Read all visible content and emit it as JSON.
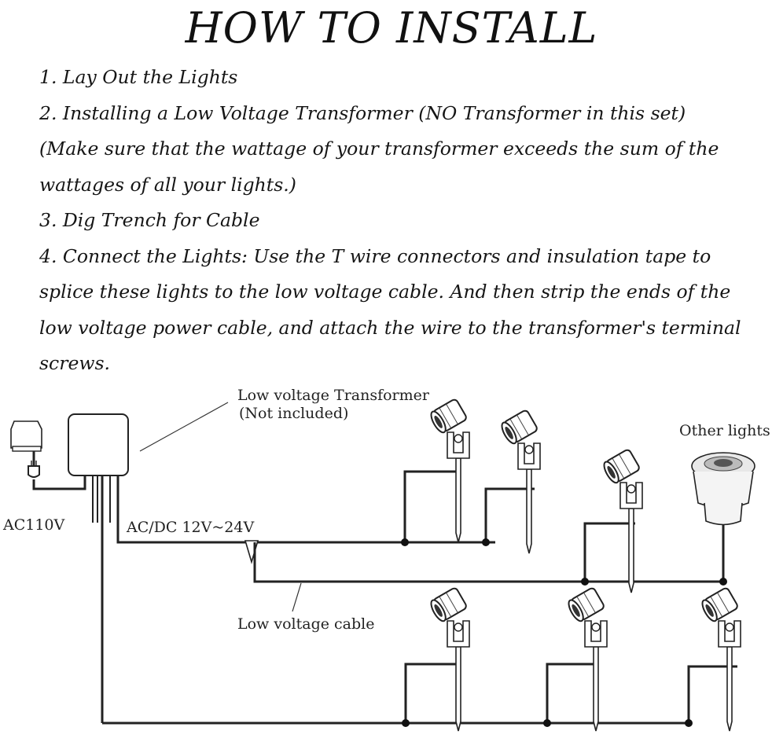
{
  "title": "HOW TO INSTALL",
  "steps": [
    "1.  Lay Out the Lights",
    "2.  Installing a Low Voltage Transformer (NO Transformer in this set)",
    "(Make sure that the wattage of your transformer exceeds the sum of the",
    "wattages of all your lights.)",
    "3.  Dig Trench for Cable",
    "4.  Connect the Lights: Use the T wire connectors and insulation tape to",
    "splice these lights to the low voltage cable. And then strip the ends of the",
    "low voltage power cable, and attach the wire to the transformer's terminal",
    "screws."
  ],
  "diagram": {
    "transformer_label_1": "Low voltage Transformer",
    "transformer_label_2": "(Not included)",
    "other_lights": "Other lights",
    "ac_label": "AC110V",
    "acdc_label": "AC/DC 12V~24V",
    "cable_label": "Low voltage cable"
  }
}
